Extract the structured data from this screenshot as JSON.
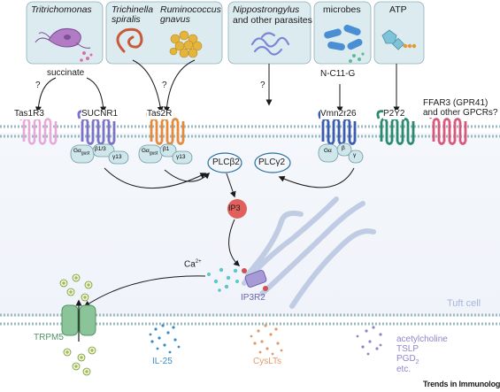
{
  "sources": {
    "tritrichomonas": "Tritrichomonas",
    "trichinella": "Trichinella\nspiralis",
    "ruminococcus": "Ruminococcus\ngnavus",
    "nippostrongylus": "Nippostrongylus",
    "other_parasites": "and other parasites",
    "microbes": "microbes",
    "atp": "ATP"
  },
  "ligands": {
    "succinate": "succinate",
    "unknown_1": "?",
    "unknown_2": "?",
    "unknown_3": "?",
    "n_c11_g": "N-C11-G"
  },
  "receptors": {
    "tas1r3": "Tas1R3",
    "sucnr1": "SUCNR1",
    "tas2r": "Tas2R",
    "vmn2r26": "Vmn2r26",
    "p2y2": "P2Y2",
    "ffar3": "FFAR3 (GPR41)\nand other GPCRs?"
  },
  "g_proteins": {
    "sucnr1_alpha": "Gα",
    "sucnr1_alpha_sub": "gust",
    "sucnr1_beta": "β1/3",
    "sucnr1_gamma": "γ13",
    "tas2r_alpha": "Gα",
    "tas2r_alpha_sub": "gust",
    "tas2r_beta": "β1",
    "tas2r_gamma": "γ13",
    "vmn_alpha": "Gα",
    "vmn_beta": "β",
    "vmn_gamma": "γ"
  },
  "signaling": {
    "plcb2": "PLCβ2",
    "plcg2": "PLCγ2",
    "ip3": "IP3",
    "ca": "Ca",
    "ca_sup": "2+",
    "ip3r2": "IP3R2",
    "trpm5": "TRPM5",
    "tuft_cell": "Tuft cell"
  },
  "outputs": {
    "il25": "IL-25",
    "cyslts": "CysLTs",
    "ach": "acetylcholine",
    "tslp": "TSLP",
    "pgd": "PGD",
    "pgd_sub": "2",
    "etc": "etc."
  },
  "footer": {
    "journal": "Trends in Immunology"
  },
  "colors": {
    "box_fill": "#dcebf0",
    "membrane": "#9bb8bf",
    "tas1r3": "#e6a8d8",
    "sucnr1": "#7b72c8",
    "tas2r": "#e5893a",
    "vmn": "#3b5bb0",
    "p2y2": "#2a8a6e",
    "ffar3": "#d9577a",
    "gprot": "#cfe6ea",
    "ip3": "#e2605b",
    "trpm5": "#8cc49a",
    "il25": "#3a8cc9",
    "cyslts": "#e29a6b",
    "others": "#8f86c9"
  }
}
